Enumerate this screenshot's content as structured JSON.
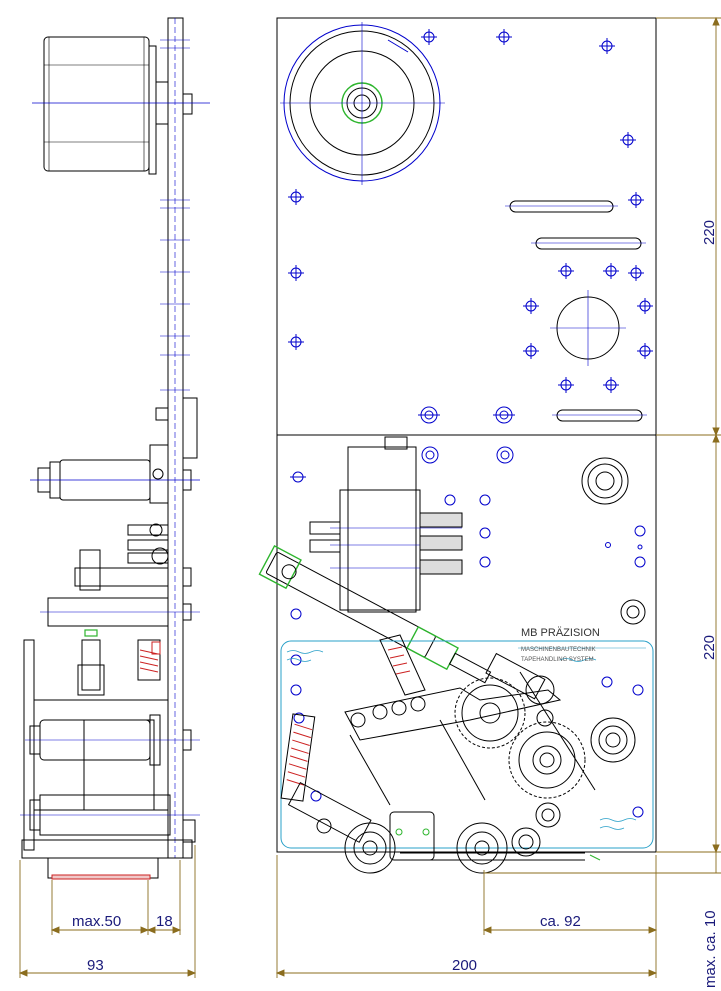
{
  "drawing": {
    "brand_title": "MB PRÄZISION",
    "brand_line1": "MASCHINENBAUTECHNIK",
    "brand_line2": "TAPEHANDLING SYSTEM"
  },
  "dimensions": {
    "side_width": "93",
    "side_max": "max.50",
    "side_offset": "18",
    "front_width": "200",
    "front_reach": "ca. 92",
    "upper_height": "220",
    "lower_height": "220",
    "bottom_max": "max. ca. 10"
  },
  "colors": {
    "outline": "#000000",
    "centerline": "#0000cc",
    "dimension": "#8b6d1e",
    "accent_green": "#2db52d",
    "plate_fill": "#ffffff",
    "cyan": "#2aa0c8",
    "red": "#cc2222"
  }
}
